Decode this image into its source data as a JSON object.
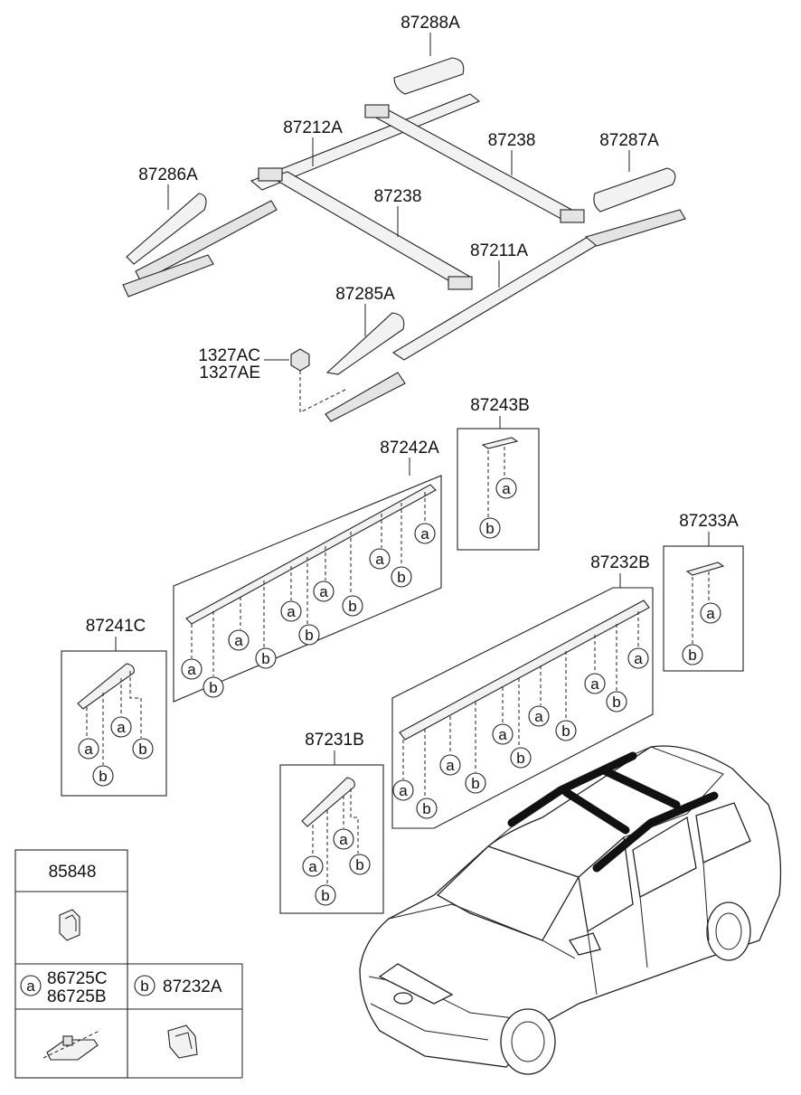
{
  "labels": {
    "p87288A": "87288A",
    "p87212A": "87212A",
    "p87238_rear": "87238",
    "p87287A": "87287A",
    "p87286A": "87286A",
    "p87238_front": "87238",
    "p87211A": "87211A",
    "p87285A": "87285A",
    "p1327AC": "1327AC",
    "p1327AE": "1327AE",
    "p87243B": "87243B",
    "p87242A": "87242A",
    "p87233A": "87233A",
    "p87232B": "87232B",
    "p87241C": "87241C",
    "p87231B": "87231B"
  },
  "circle_letters": {
    "a": "a",
    "b": "b"
  },
  "legend": {
    "top_part": "85848",
    "clip_a_letter": "a",
    "clip_a_line1": "86725C",
    "clip_a_line2": "86725B",
    "clip_b_letter": "b",
    "clip_b_part": "87232A"
  }
}
